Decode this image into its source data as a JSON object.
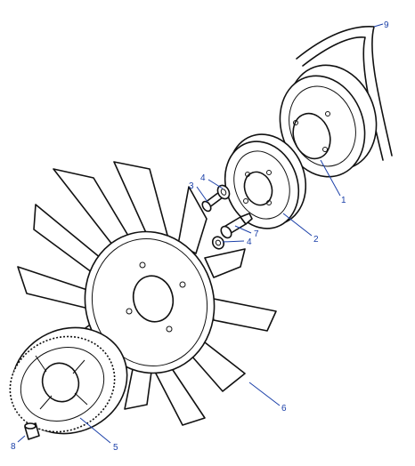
{
  "callouts": [
    {
      "id": "1",
      "label": "1"
    },
    {
      "id": "2",
      "label": "2"
    },
    {
      "id": "3",
      "label": "3"
    },
    {
      "id": "4a",
      "label": "4"
    },
    {
      "id": "4b",
      "label": "4"
    },
    {
      "id": "5",
      "label": "5"
    },
    {
      "id": "6",
      "label": "6"
    },
    {
      "id": "7",
      "label": "7"
    },
    {
      "id": "8",
      "label": "8"
    },
    {
      "id": "9",
      "label": "9"
    }
  ],
  "colors": {
    "line": "#111111",
    "callout": "#1a3fa8",
    "background": "#ffffff"
  }
}
